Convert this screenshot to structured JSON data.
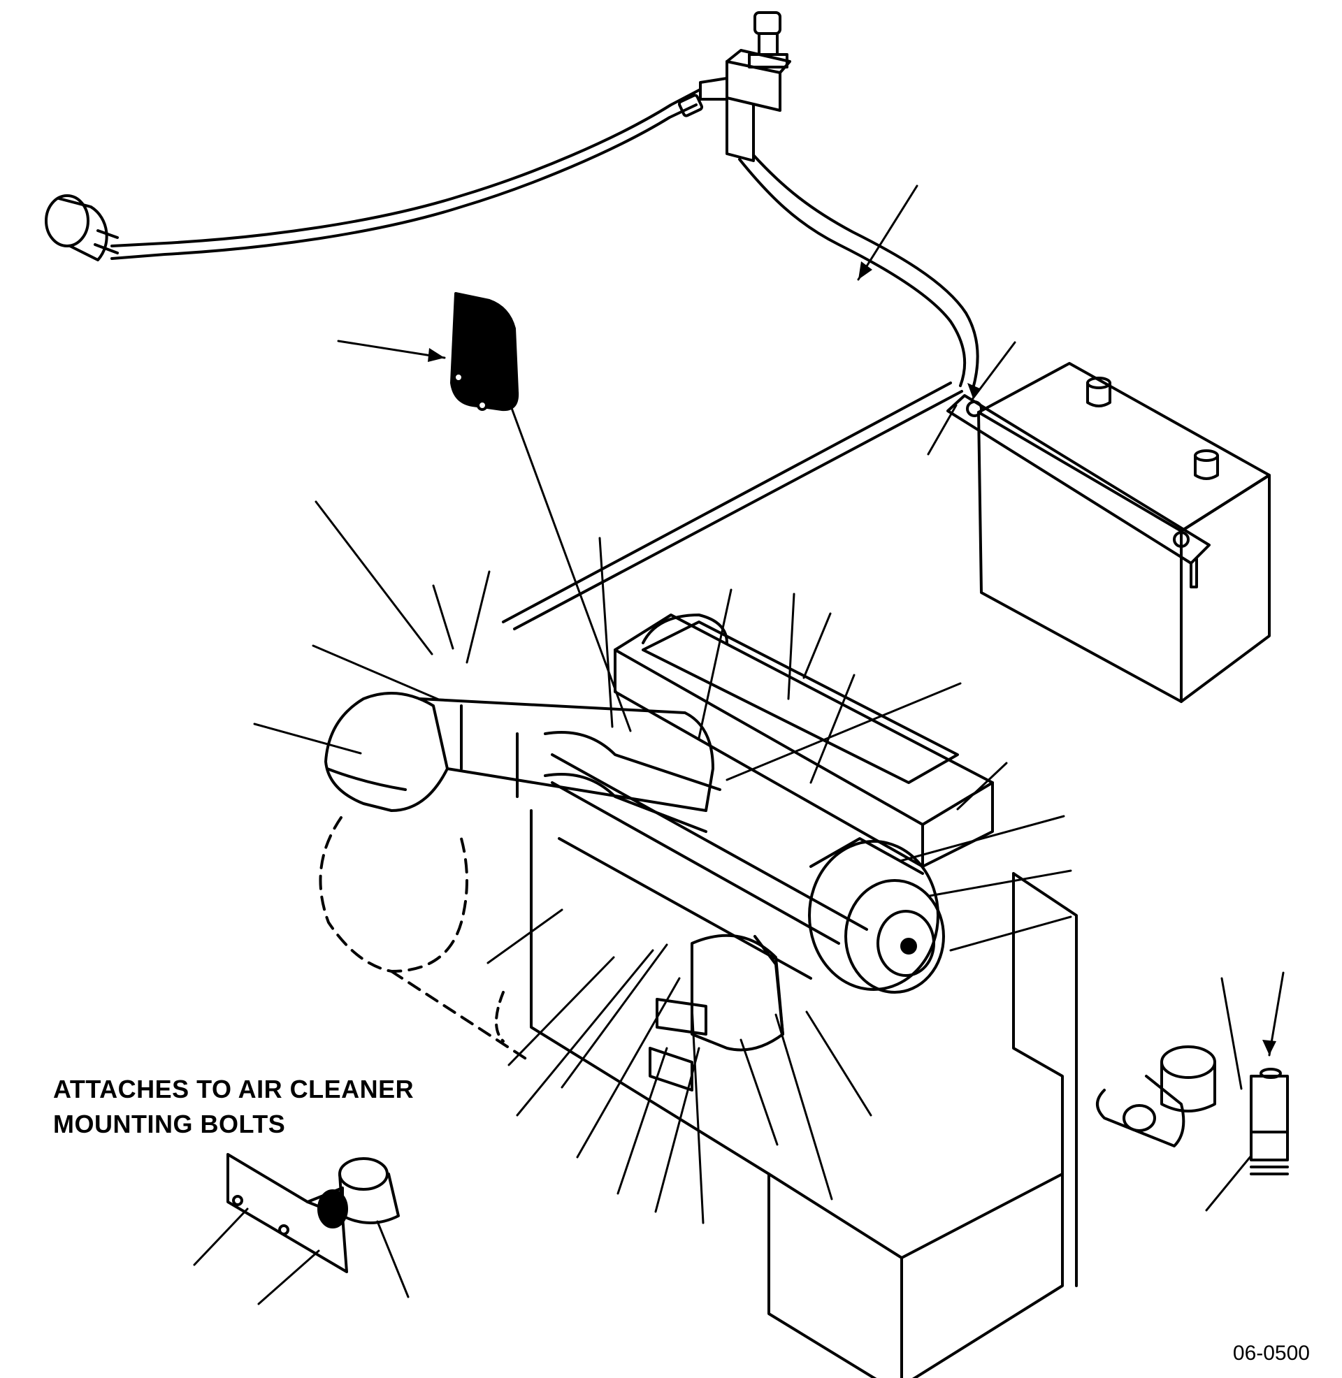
{
  "note": {
    "line1": "ATTACHES TO AIR CLEANER",
    "line2": "MOUNTING BOLTS"
  },
  "figure_number": "06-0500",
  "colors": {
    "ink": "#000000",
    "paper": "#ffffff"
  }
}
